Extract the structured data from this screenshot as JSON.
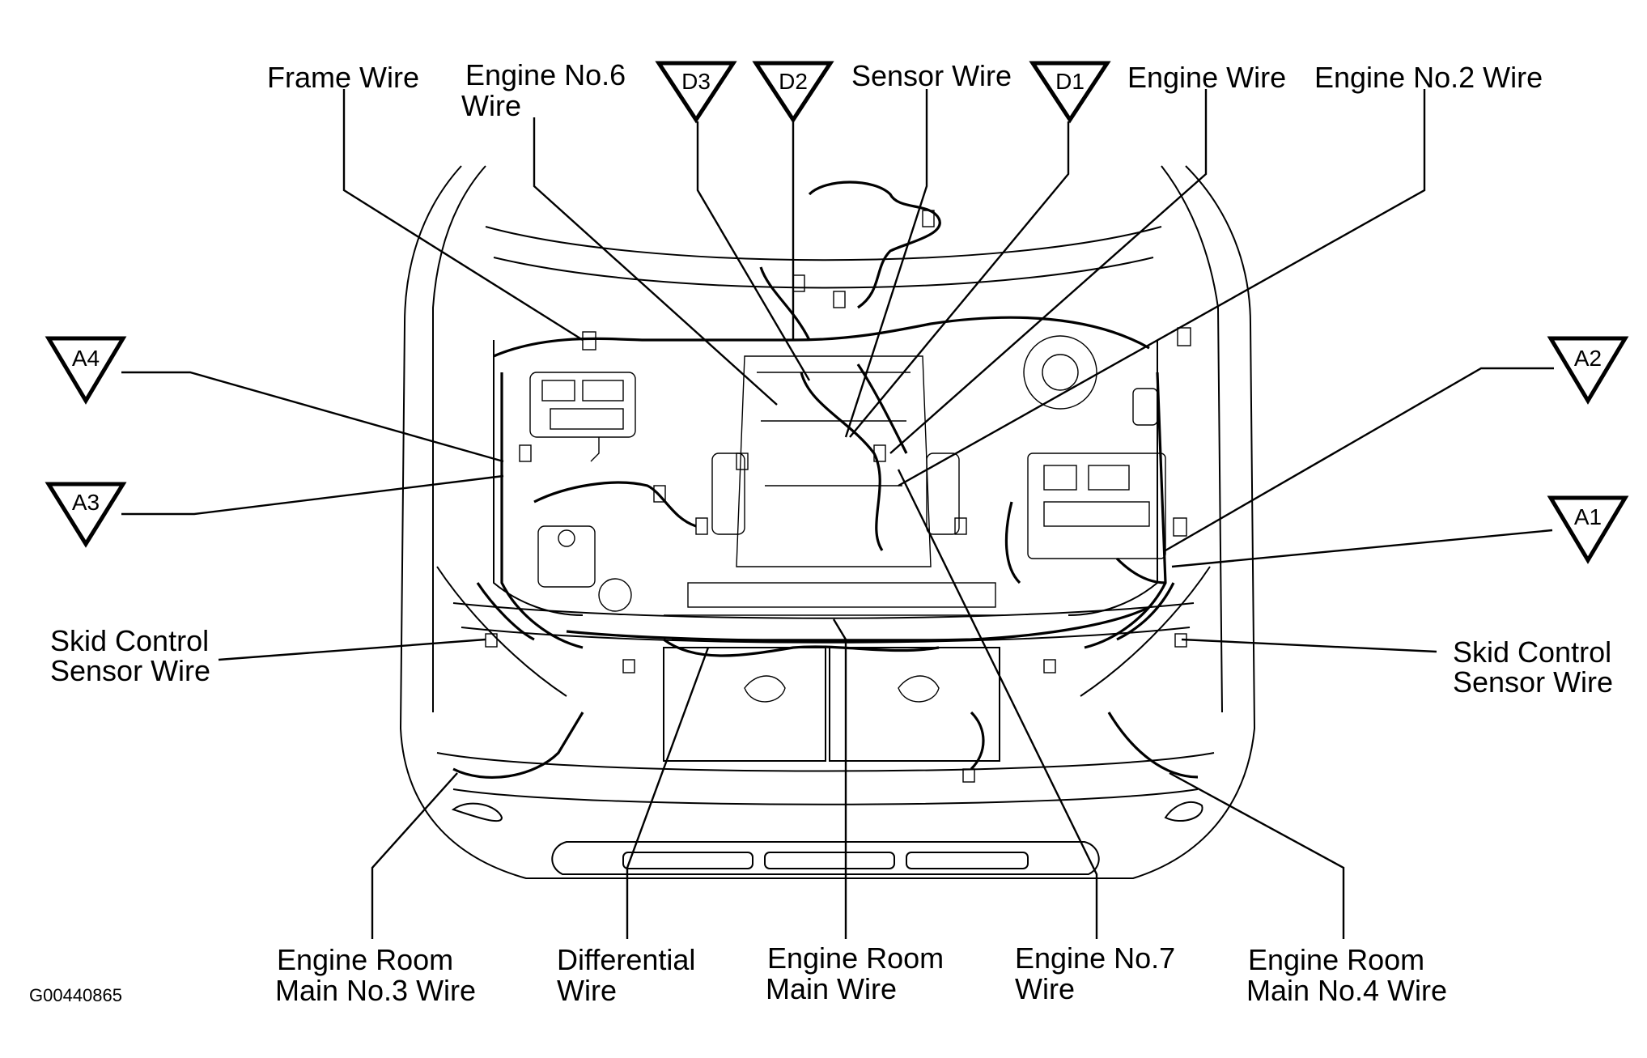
{
  "figure_code": "G00440865",
  "callouts": {
    "frame_wire": [
      "Frame Wire"
    ],
    "engine_no6_wire": [
      "Engine No.6",
      "Wire"
    ],
    "sensor_wire": [
      "Sensor Wire"
    ],
    "engine_wire": [
      "Engine Wire"
    ],
    "engine_no2_wire": [
      "Engine No.2 Wire"
    ],
    "skid_control_left": [
      "Skid Control",
      "Sensor Wire"
    ],
    "skid_control_right": [
      "Skid Control",
      "Sensor Wire"
    ],
    "engine_room_main_no3": [
      "Engine Room",
      "Main No.3 Wire"
    ],
    "differential_wire": [
      "Differential",
      "Wire"
    ],
    "engine_room_main": [
      "Engine Room",
      "Main Wire"
    ],
    "engine_no7_wire": [
      "Engine No.7",
      "Wire"
    ],
    "engine_room_main_no4": [
      "Engine Room",
      "Main No.4 Wire"
    ]
  },
  "markers": {
    "d3": "D3",
    "d2": "D2",
    "d1": "D1",
    "a4": "A4",
    "a3": "A3",
    "a2": "A2",
    "a1": "A1"
  }
}
